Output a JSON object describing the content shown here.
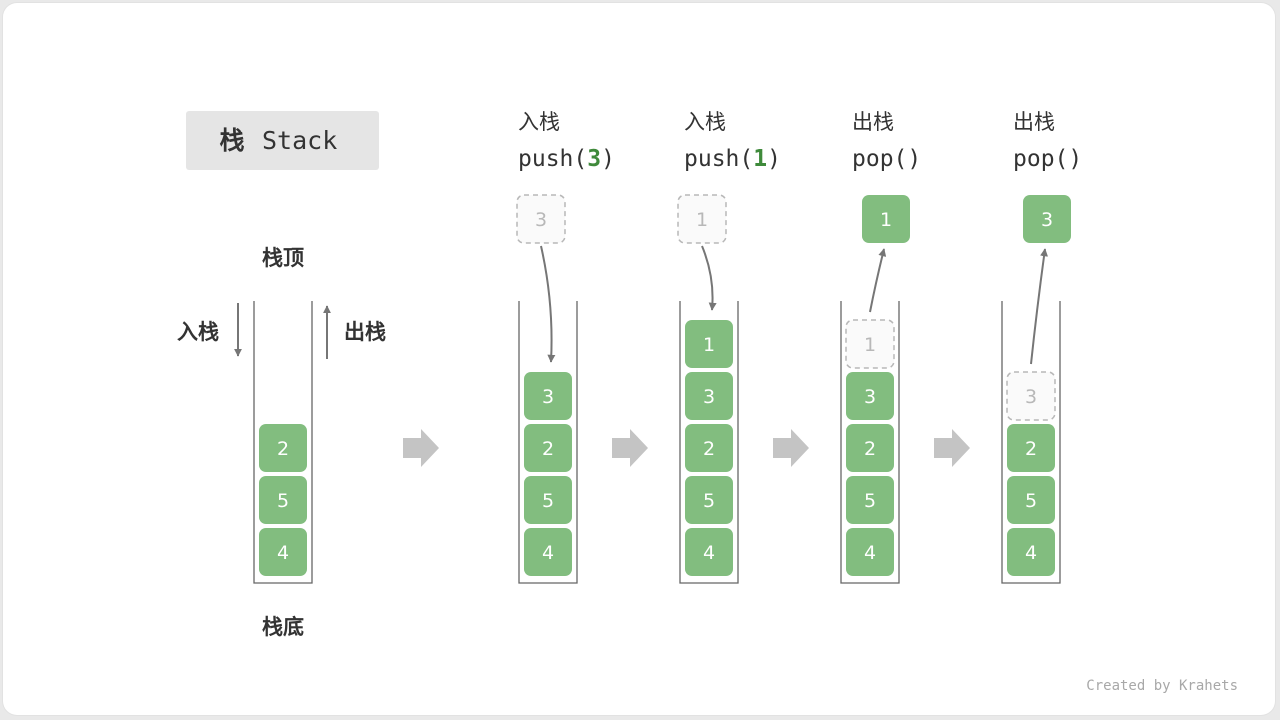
{
  "title": {
    "char": "栈",
    "word": "Stack"
  },
  "labels": {
    "top": "栈顶",
    "bottom": "栈底",
    "push": "入栈",
    "pop": "出栈"
  },
  "initial_stack": [
    "2",
    "5",
    "4"
  ],
  "operations": [
    {
      "label": "入栈",
      "call_prefix": "push(",
      "arg": "3",
      "call_suffix": ")",
      "moved": "3",
      "result_stack": [
        "3",
        "2",
        "5",
        "4"
      ]
    },
    {
      "label": "入栈",
      "call_prefix": "push(",
      "arg": "1",
      "call_suffix": ")",
      "moved": "1",
      "result_stack": [
        "1",
        "3",
        "2",
        "5",
        "4"
      ]
    },
    {
      "label": "出栈",
      "call_prefix": "pop()",
      "arg": "",
      "call_suffix": "",
      "moved": "1",
      "result_stack": [
        "3",
        "2",
        "5",
        "4"
      ]
    },
    {
      "label": "出栈",
      "call_prefix": "pop()",
      "arg": "",
      "call_suffix": "",
      "moved": "3",
      "result_stack": [
        "2",
        "5",
        "4"
      ]
    }
  ],
  "credit": "Created by Krahets",
  "colors": {
    "node_fill": "#82bd7f",
    "node_text": "#ffffff",
    "arg_text": "#3f8a3b",
    "ghost_border": "#b8b8b8",
    "ghost_text": "#b8b8b8",
    "arrow": "#767676",
    "step_arrow": "#c4c4c4",
    "title_bg": "#e5e5e5"
  }
}
